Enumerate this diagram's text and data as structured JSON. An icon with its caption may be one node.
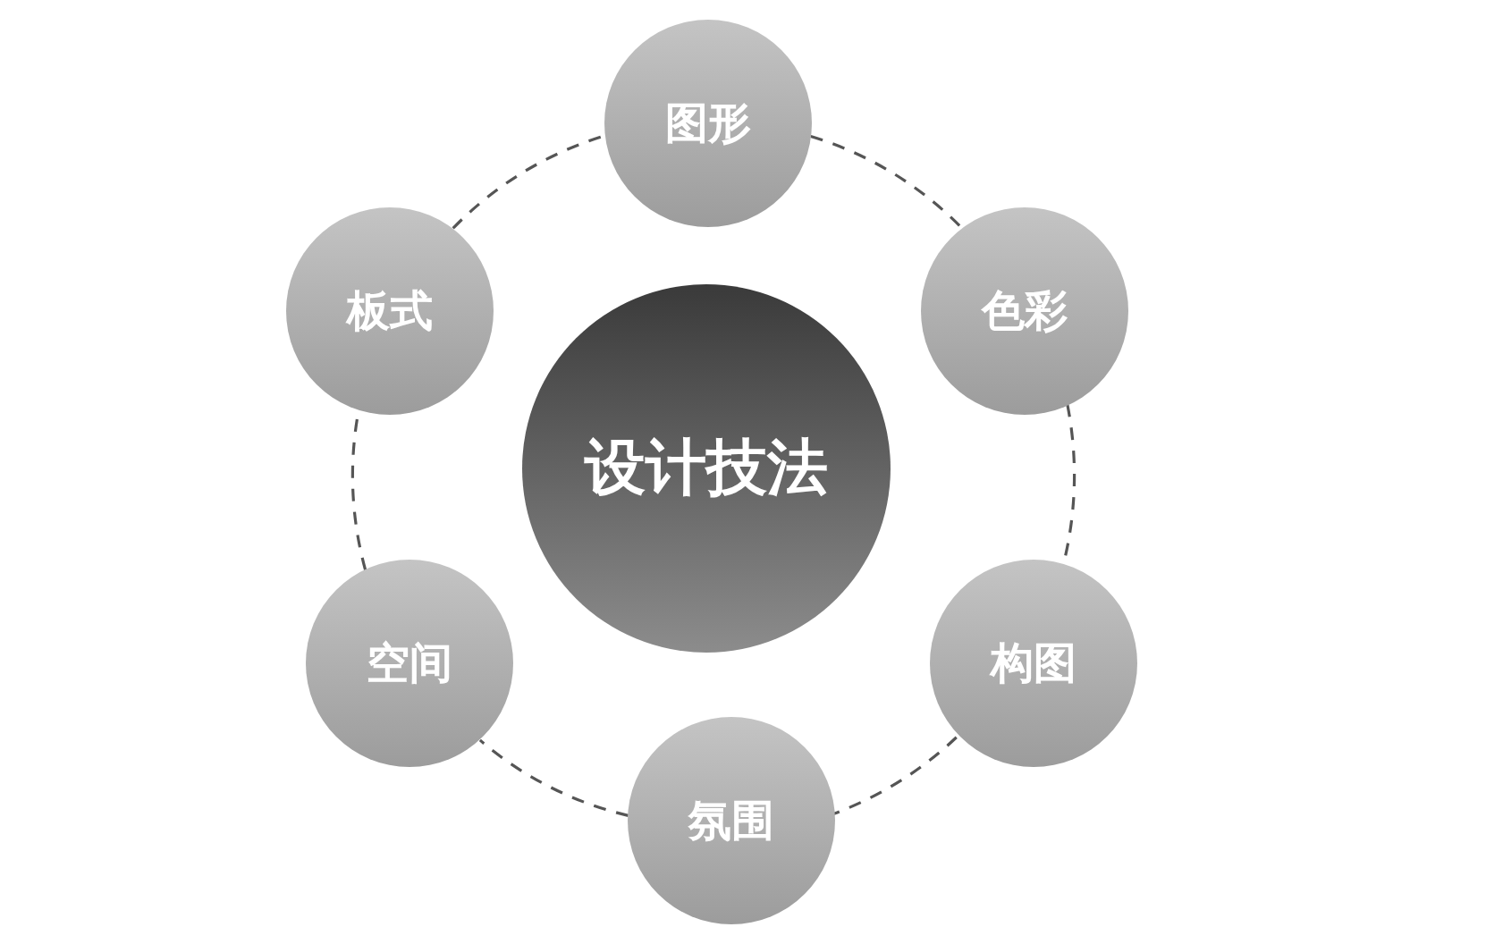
{
  "diagram": {
    "nodes": [
      {
        "text": [
          "设计技法"
        ]
      },
      {
        "text": [
          "图形"
        ]
      },
      {
        "text": [
          "色彩"
        ]
      },
      {
        "text": [
          "构图"
        ]
      },
      {
        "text": [
          "氛围"
        ]
      },
      {
        "text": [
          "空间"
        ]
      },
      {
        "text": [
          "板式"
        ]
      }
    ],
    "edges": [
      {
        "from": 1,
        "to": 2,
        "arrow": "none",
        "style": "dashed"
      },
      {
        "from": 2,
        "to": 3,
        "arrow": "none",
        "style": "dashed"
      },
      {
        "from": 3,
        "to": 4,
        "arrow": "none",
        "style": "dashed"
      },
      {
        "from": 4,
        "to": 5,
        "arrow": "none",
        "style": "dashed"
      },
      {
        "from": 5,
        "to": 6,
        "arrow": "none",
        "style": "dashed"
      },
      {
        "from": 6,
        "to": 1,
        "arrow": "none",
        "style": "dashed"
      }
    ]
  }
}
